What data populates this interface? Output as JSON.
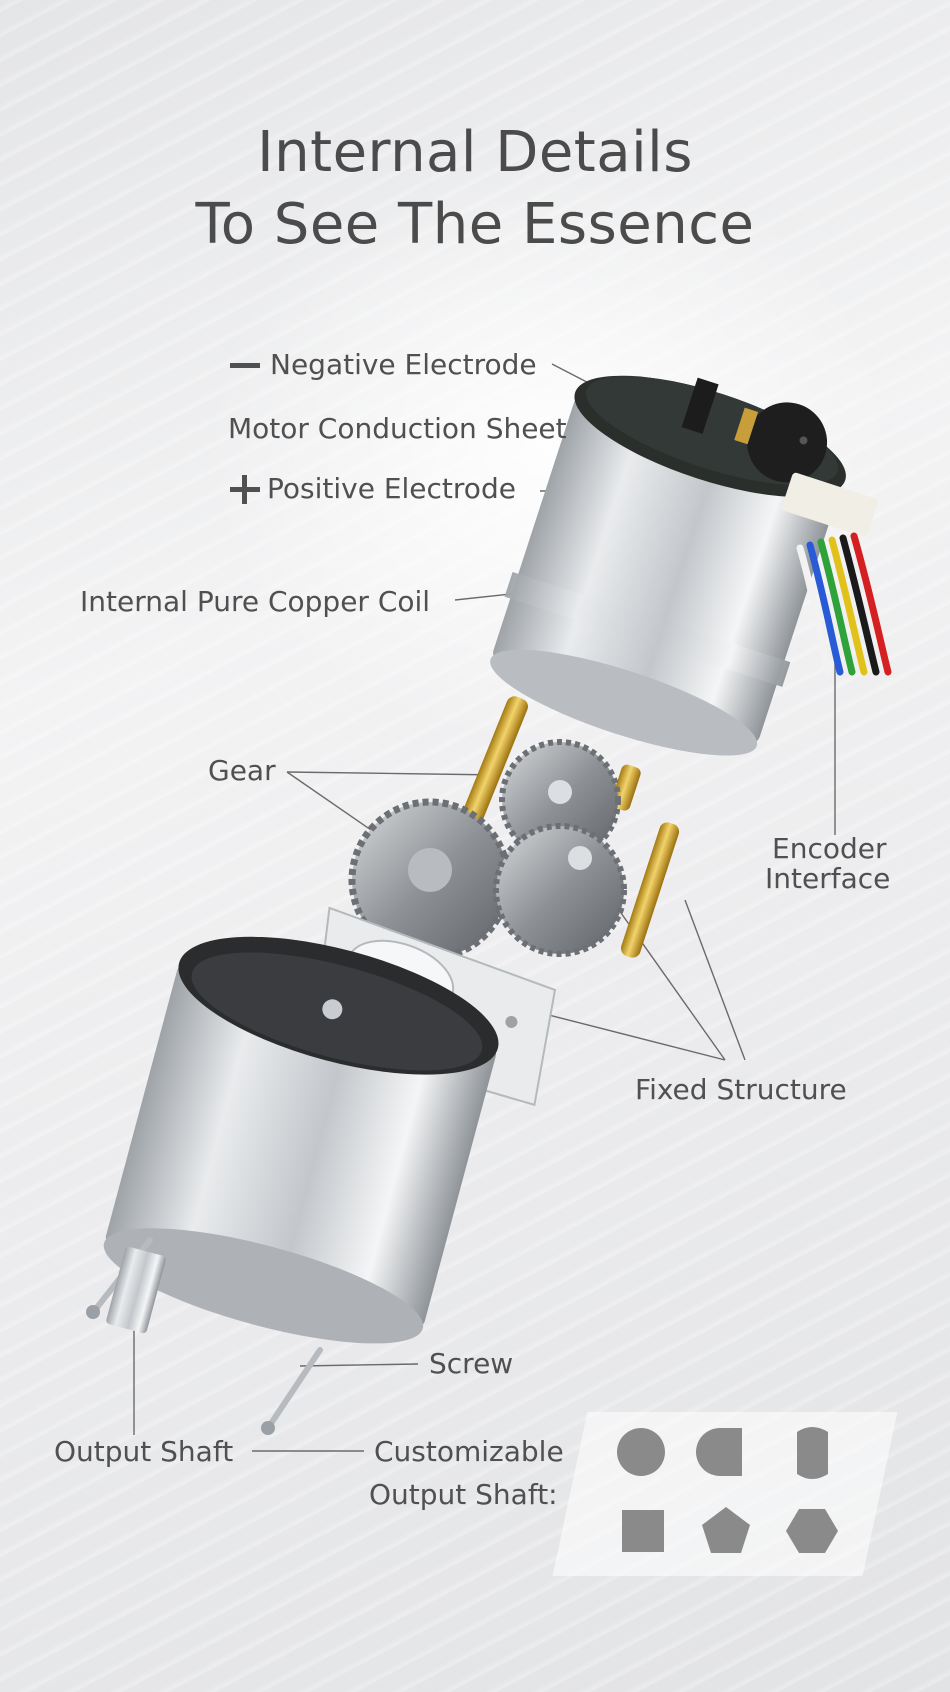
{
  "title": {
    "line1": "Internal Details",
    "line2": "To See The Essence"
  },
  "labels": {
    "negative_electrode": "Negative Electrode",
    "conduction_sheet": "Motor Conduction Sheet",
    "positive_electrode": "Positive Electrode",
    "copper_coil": "Internal Pure Copper Coil",
    "gear": "Gear",
    "encoder_line1": "Encoder",
    "encoder_line2": "Interface",
    "fixed_structure": "Fixed Structure",
    "screw": "Screw",
    "output_shaft": "Output Shaft",
    "customizable_line1": "Customizable",
    "customizable_line2": "Output Shaft:"
  },
  "shaft_shapes": [
    "round-shape",
    "d-cut-shape",
    "double-flat-shape",
    "square-shape",
    "pentagon-shape",
    "hexagon-shape"
  ],
  "colors": {
    "text": "#505050",
    "shape": "#8a8a8a",
    "brass": "#d4a62a",
    "steel": "#c8ccd0",
    "pcb": "#2a2f2c",
    "wires": [
      "#f2f2f2",
      "#2a5bd6",
      "#2fa23a",
      "#e2c21a",
      "#1a1a1a",
      "#d42020"
    ]
  }
}
